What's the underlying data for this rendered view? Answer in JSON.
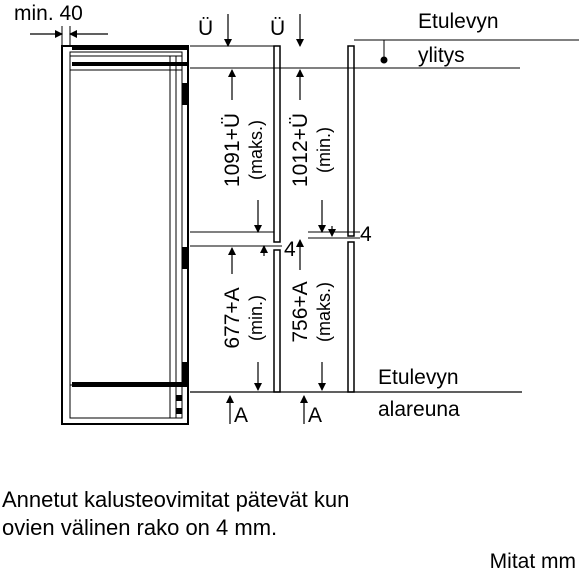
{
  "diagram": {
    "min_gap_label": "min. 40",
    "overhang_symbol": "Ü",
    "dim_upper_total": "1091+Ü",
    "dim_upper_total_qualifier": "(maks.)",
    "dim_upper_door": "1012+Ü",
    "dim_upper_door_qualifier": "(min.)",
    "dim_lower_total": "677+A",
    "dim_lower_total_qualifier": "(min.)",
    "dim_lower_door": "756+A",
    "dim_lower_door_qualifier": "(maks.)",
    "gap_value_right": "4",
    "gap_value_middle": "4",
    "bottom_symbol": "A",
    "front_overhang_label_line1": "Etulevyn",
    "front_overhang_label_line2": "ylitys",
    "front_bottom_label_line1": "Etulevyn",
    "front_bottom_label_line2": "alareuna"
  },
  "caption": {
    "line1": "Annetut kalusteovimitat pätevät kun",
    "line2": "ovien välinen rako on 4 mm."
  },
  "units_label": "Mitat mm"
}
